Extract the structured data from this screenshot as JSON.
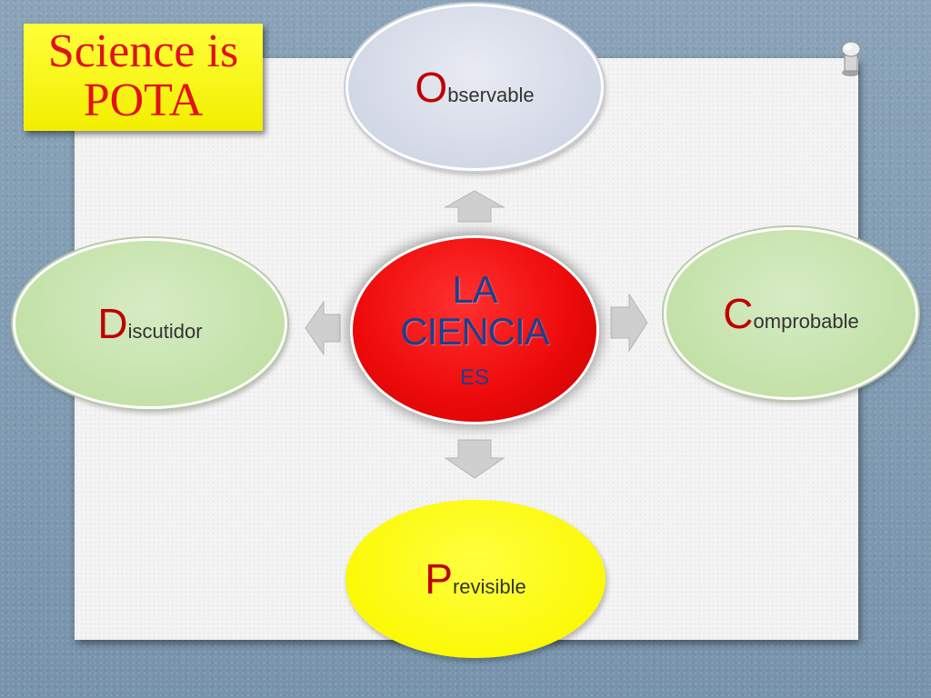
{
  "title": {
    "line1": "Science is",
    "line2": "POTA"
  },
  "center": {
    "line1": "LA",
    "line2": "CIENCIA",
    "line3": "ES"
  },
  "nodes": {
    "observable": {
      "initial": "O",
      "rest": "bservable"
    },
    "comprobable": {
      "initial": "C",
      "rest": "omprobable"
    },
    "previsible": {
      "initial": "P",
      "rest": "revisible"
    },
    "discutidor": {
      "initial": "D",
      "rest": "iscutidor"
    }
  },
  "colors": {
    "title_note": "#f5f200",
    "title_text": "#e0121a",
    "center_fill": "#ee0b0b",
    "center_text": "#1c3f8f",
    "observable_fill": "#d3d8e6",
    "green_fill": "#c2e0a6",
    "previsible_fill": "#fbf800",
    "initial_letter": "#c00000",
    "arrow": "#cfcfcf"
  }
}
